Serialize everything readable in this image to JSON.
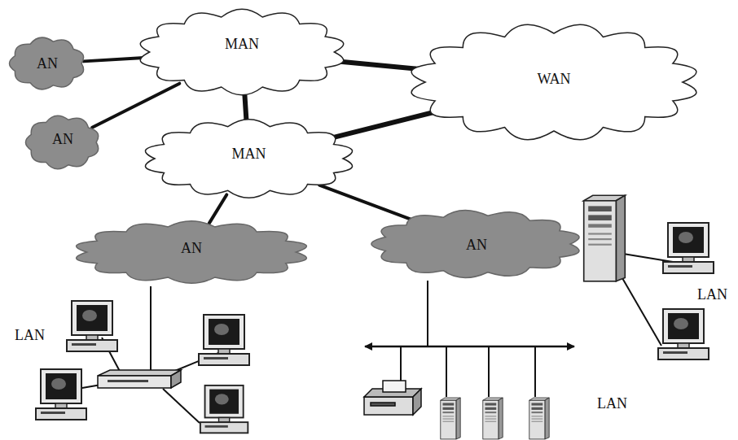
{
  "diagram": {
    "nodes": [
      {
        "text": [
          "AN"
        ]
      },
      {
        "text": [
          "MAN"
        ]
      },
      {
        "text": [
          "WAN"
        ]
      },
      {
        "text": [
          "AN"
        ]
      },
      {
        "text": [
          "MAN"
        ]
      },
      {
        "text": [
          "AN"
        ]
      },
      {
        "text": [
          "AN"
        ]
      }
    ],
    "edges": [
      {
        "from": 0,
        "to": 1,
        "arrow": "none"
      },
      {
        "from": 3,
        "to": 1,
        "arrow": "none"
      },
      {
        "from": 1,
        "to": 4,
        "arrow": "none"
      },
      {
        "from": 1,
        "to": 2,
        "arrow": "none"
      },
      {
        "from": 4,
        "to": 2,
        "arrow": "none"
      },
      {
        "from": 4,
        "to": 5,
        "arrow": "none"
      },
      {
        "from": 4,
        "to": 6,
        "arrow": "none"
      }
    ],
    "labels": [
      "LAN",
      "LAN",
      "LAN"
    ]
  }
}
